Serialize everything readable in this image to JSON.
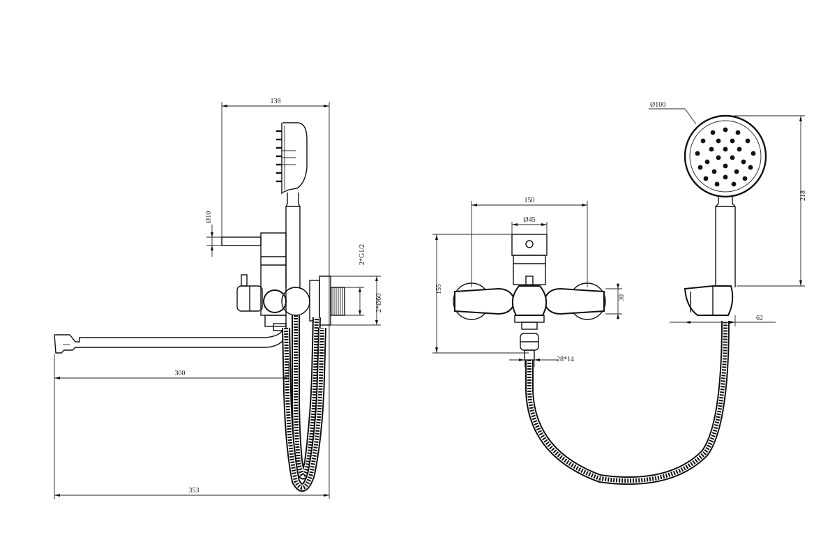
{
  "side_view": {
    "dim_width_top": "138",
    "dim_pipe_diameter": "Ø10",
    "dim_thread": "2*G1/2",
    "dim_flange": "2*Ø60",
    "dim_spout_reach": "300",
    "dim_total_length": "353"
  },
  "front_view": {
    "dim_width": "150",
    "dim_body_diameter": "Ø45",
    "dim_height": "155",
    "dim_handle": "30",
    "dim_outlet": "28*14"
  },
  "shower_view": {
    "dim_head_diameter": "Ø100",
    "dim_height": "218",
    "dim_holder": "62"
  },
  "colors": {
    "line": "#111111",
    "background": "#ffffff"
  }
}
